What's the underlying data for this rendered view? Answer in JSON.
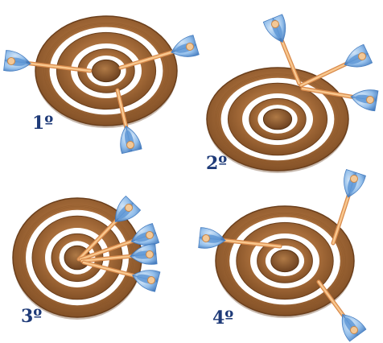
{
  "colors": {
    "wood_dark": "#7a4a22",
    "wood_mid": "#a56b39",
    "wood_light": "#c7925a",
    "ring_white": "#ffffff",
    "shaft": "#f0b070",
    "shaft_edge": "#d8894a",
    "tip_ball": "#f3c896",
    "fletch_light": "#9ec6ee",
    "fletch_dark": "#4a86c8",
    "label": "#1e3a78"
  },
  "panels": [
    {
      "label": "1º",
      "arrow_icon": "dart-icon",
      "target_icon": "target-icon"
    },
    {
      "label": "2º",
      "arrow_icon": "dart-icon",
      "target_icon": "target-icon"
    },
    {
      "label": "3º",
      "arrow_icon": "dart-icon",
      "target_icon": "target-icon"
    },
    {
      "label": "4º",
      "arrow_icon": "dart-icon",
      "target_icon": "target-icon"
    }
  ]
}
